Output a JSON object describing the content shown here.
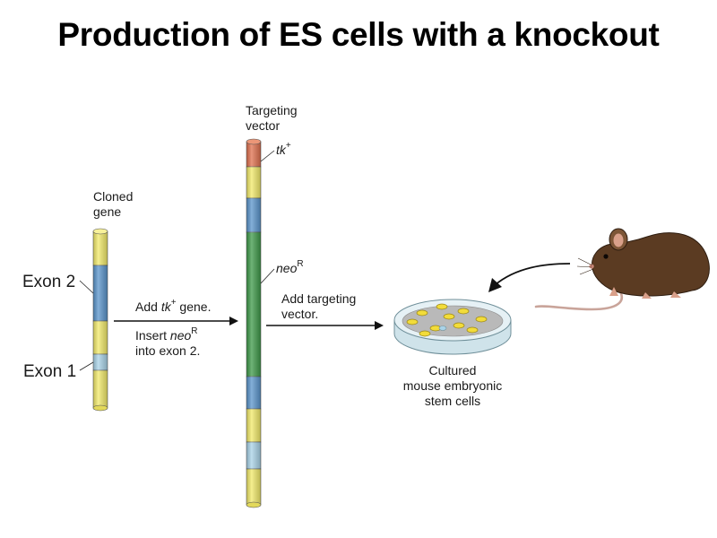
{
  "title": "Production of ES cells with a knockout",
  "labels": {
    "cloned_gene_1": "Cloned",
    "cloned_gene_2": "gene",
    "exon2": "Exon 2",
    "exon1": "Exon 1",
    "step1_add": "Add ",
    "step1_tk": "tk",
    "step1_tk_sup": "+",
    "step1_gene": " gene.",
    "step1_insert": "Insert ",
    "step1_neo": "neo",
    "step1_neo_sup": "R",
    "step1_into": "into exon 2.",
    "targeting_vector_1": "Targeting",
    "targeting_vector_2": "vector",
    "tk": "tk",
    "tk_sup": "+",
    "neo": "neo",
    "neo_sup": "R",
    "step2_1": "Add targeting",
    "step2_2": "vector.",
    "cultured_1": "Cultured",
    "cultured_2": "mouse embryonic",
    "cultured_3": "stem cells"
  },
  "colors": {
    "yellow": "#f2ea6a",
    "blue": "#5b95cc",
    "light_blue": "#a9d3e8",
    "green": "#3f9a4a",
    "red": "#e0714f",
    "mouse": "#5b3b22",
    "dish": "#d8e9ef",
    "cell": "#f2dc3a"
  }
}
